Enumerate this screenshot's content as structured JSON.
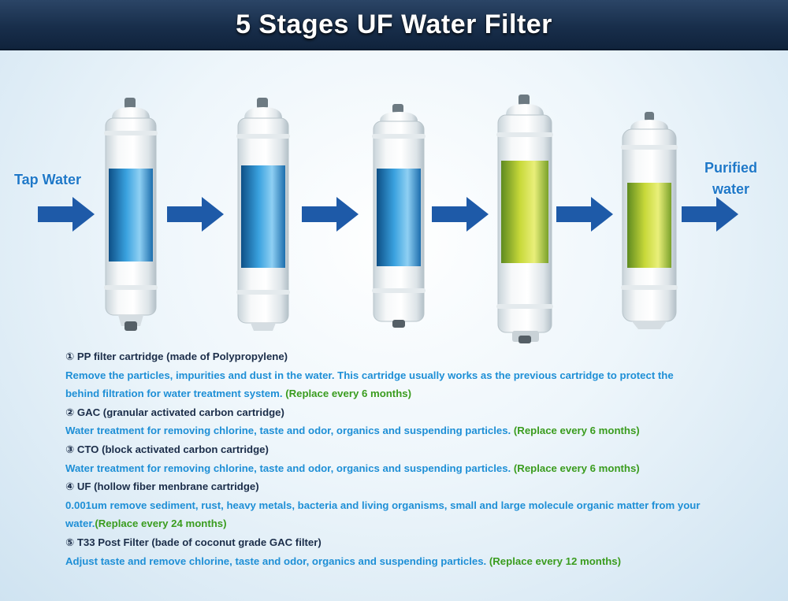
{
  "title": "5 Stages UF Water Filter",
  "inlet_label": "Tap Water",
  "outlet_label_line1": "Purified",
  "outlet_label_line2": "water",
  "colors": {
    "banner": "#182e4b",
    "heading_text": "#1b2d49",
    "description_text": "#1e8fd6",
    "replace_text": "#3a9c1e",
    "arrow": "#1e5aa8"
  },
  "stages": [
    {
      "heading": "① PP filter cartridge (made of Polypropylene)",
      "desc_line1": "Remove the particles, impurities and dust in the water. This cartridge usually works as the previous cartridge to protect the",
      "desc_line2": "behind filtration for water treatment system.",
      "replace": "(Replace every 6 months)"
    },
    {
      "heading": "② GAC (granular activated carbon cartridge)",
      "desc_line1": "Water treatment for removing chlorine, taste and odor, organics and suspending particles.",
      "replace": "(Replace every 6 months)"
    },
    {
      "heading": "③ CTO (block activated carbon cartridge)",
      "desc_line1": "Water treatment for removing chlorine, taste and odor, organics and suspending particles.",
      "replace": "(Replace every 6 months)"
    },
    {
      "heading": "④ UF (hollow fiber menbrane cartridge)",
      "desc_line1": "0.001um remove sediment, rust, heavy metals, bacteria and living organisms, small and large molecule organic matter from your",
      "desc_line2": "water.",
      "replace": "(Replace every 24 months)"
    },
    {
      "heading": "⑤ T33 Post Filter (bade of coconut grade GAC filter)",
      "desc_line1": "Adjust taste and remove chlorine, taste and odor, organics and suspending particles.",
      "replace": "(Replace every 12 months)"
    }
  ]
}
